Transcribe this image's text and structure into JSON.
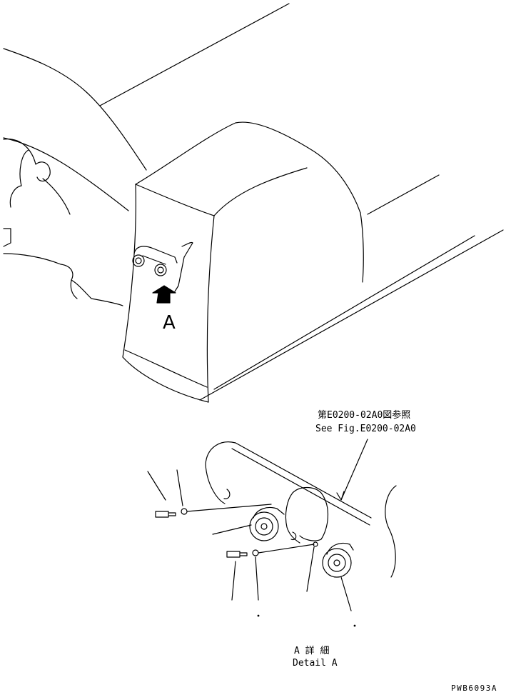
{
  "view_label": "A",
  "reference": {
    "jp": "第E0200-02A0図参照",
    "en": "See Fig.E0200-02A0"
  },
  "detail": {
    "jp": "A 詳 細",
    "en": "Detail A"
  },
  "drawing_code": "PWB6093A"
}
